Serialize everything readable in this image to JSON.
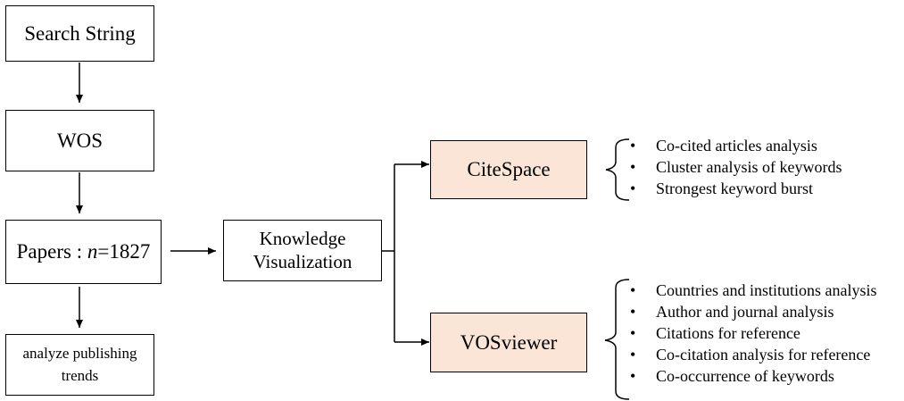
{
  "nodes": {
    "search_string": "Search String",
    "wos": "WOS",
    "papers_prefix": "Papers : ",
    "papers_n": "n",
    "papers_count": "=1827",
    "analyze_line1": "analyze publishing",
    "analyze_line2": "trends",
    "knowledge_line1": "Knowledge",
    "knowledge_line2": "Visualization",
    "citespace": "CiteSpace",
    "vosviewer": "VOSviewer"
  },
  "bullet_char": "•",
  "citespace_items": [
    "Co-cited articles analysis",
    "Cluster analysis of keywords",
    "Strongest keyword burst"
  ],
  "vosviewer_items": [
    "Countries and institutions analysis",
    "Author and journal analysis",
    "Citations for reference",
    "Co-citation analysis for reference",
    "Co-occurrence of keywords"
  ],
  "colors": {
    "tool_fill": "#fbe5d6",
    "line": "#000000"
  }
}
